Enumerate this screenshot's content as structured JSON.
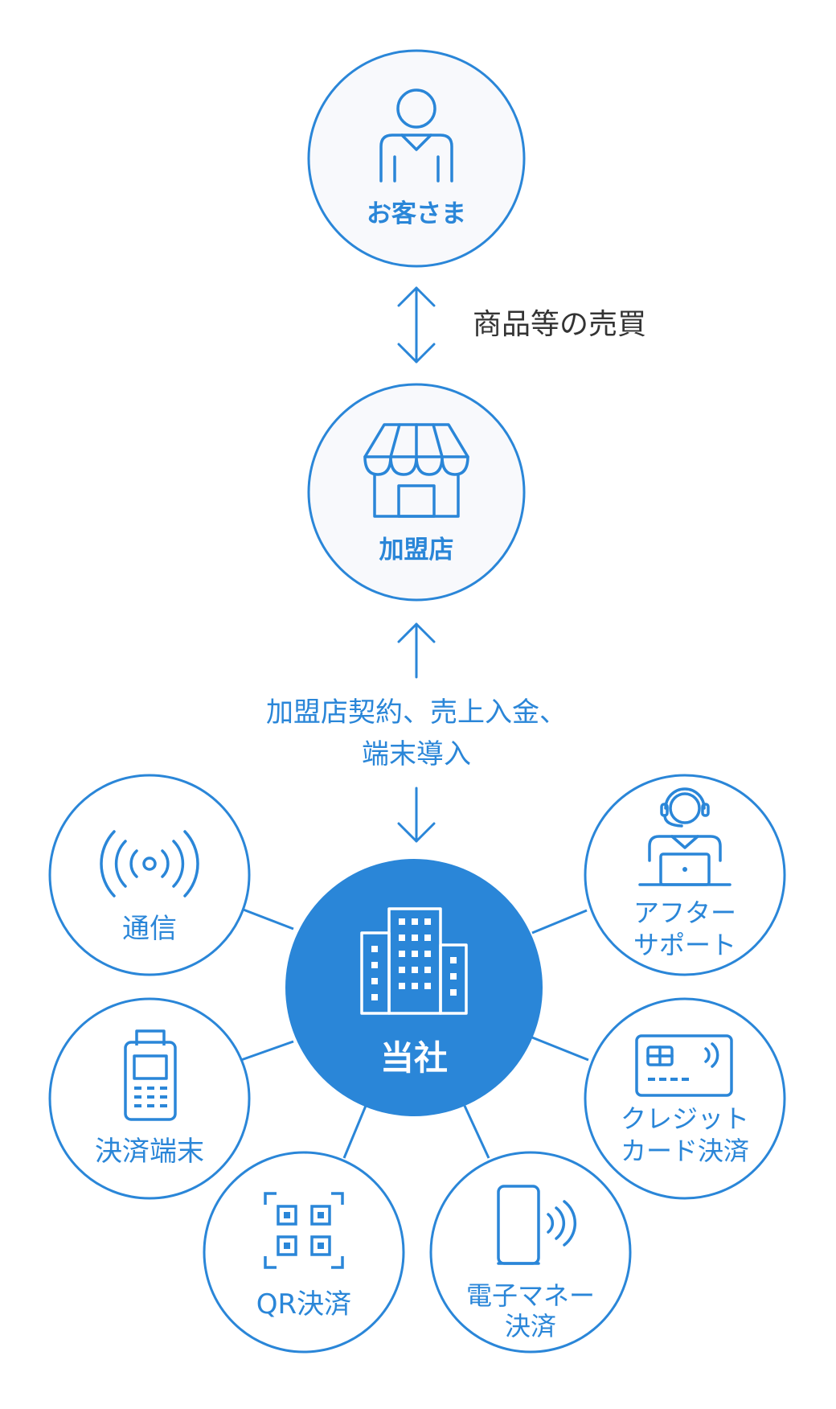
{
  "colors": {
    "accent": "#2a86d8",
    "text_dark": "#333333",
    "node_fill": "#f8f9fc",
    "hub_text": "#ffffff"
  },
  "nodes": {
    "customer": {
      "label": "お客さま",
      "icon": "person-icon"
    },
    "merchant": {
      "label": "加盟店",
      "icon": "store-icon"
    },
    "company": {
      "label": "当社",
      "icon": "building-icon"
    },
    "communication": {
      "label": "通信",
      "icon": "wireless-signal-icon"
    },
    "payment_terminal": {
      "label": "決済端末",
      "icon": "payment-terminal-icon"
    },
    "qr_payment": {
      "label": "QR決済",
      "icon": "qr-code-icon"
    },
    "emoney": {
      "line1": "電子マネー",
      "line2": "決済",
      "icon": "smartphone-nfc-icon"
    },
    "credit_card": {
      "line1": "クレジット",
      "line2": "カード決済",
      "icon": "credit-card-icon"
    },
    "after_support": {
      "line1": "アフター",
      "line2": "サポート",
      "icon": "headset-operator-icon"
    }
  },
  "edges": {
    "customer_merchant": {
      "label": "商品等の売買"
    },
    "merchant_company": {
      "line1": "加盟店契約、売上入金、",
      "line2": "端末導入"
    }
  }
}
